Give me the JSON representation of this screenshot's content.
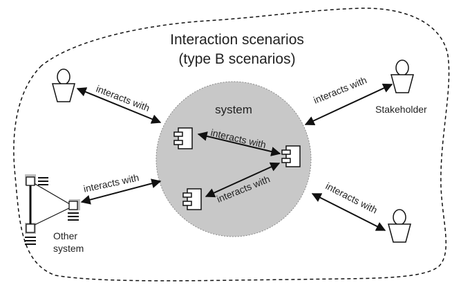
{
  "title": {
    "line1": "Interaction scenarios",
    "line2": "(type B scenarios)"
  },
  "nodes": {
    "system": "system",
    "stakeholder": "Stakeholder",
    "other_system": "Other\nsystem"
  },
  "edges": {
    "label": "interacts with",
    "label_compact": "interacts with"
  },
  "colors": {
    "system_fill": "#c8c8c8",
    "stroke": "#222222",
    "highlight": "#bdbdbd"
  }
}
